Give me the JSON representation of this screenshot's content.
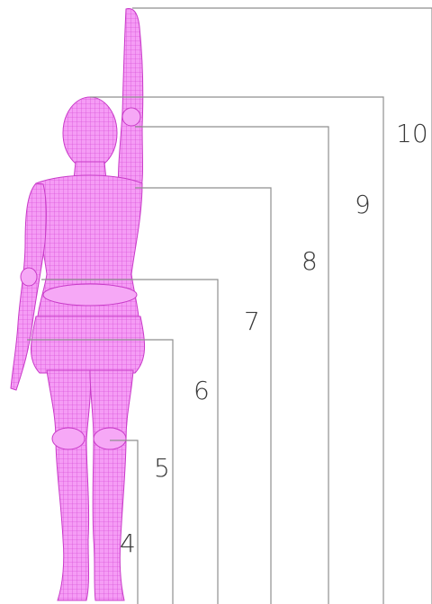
{
  "figure": {
    "colors": {
      "body": "#ee66ee",
      "body_line": "#d040d0",
      "bracket": "#8f8f8f",
      "text": "#3a3a3a"
    },
    "labels": [
      "4",
      "5",
      "6",
      "7",
      "8",
      "9",
      "10"
    ]
  }
}
